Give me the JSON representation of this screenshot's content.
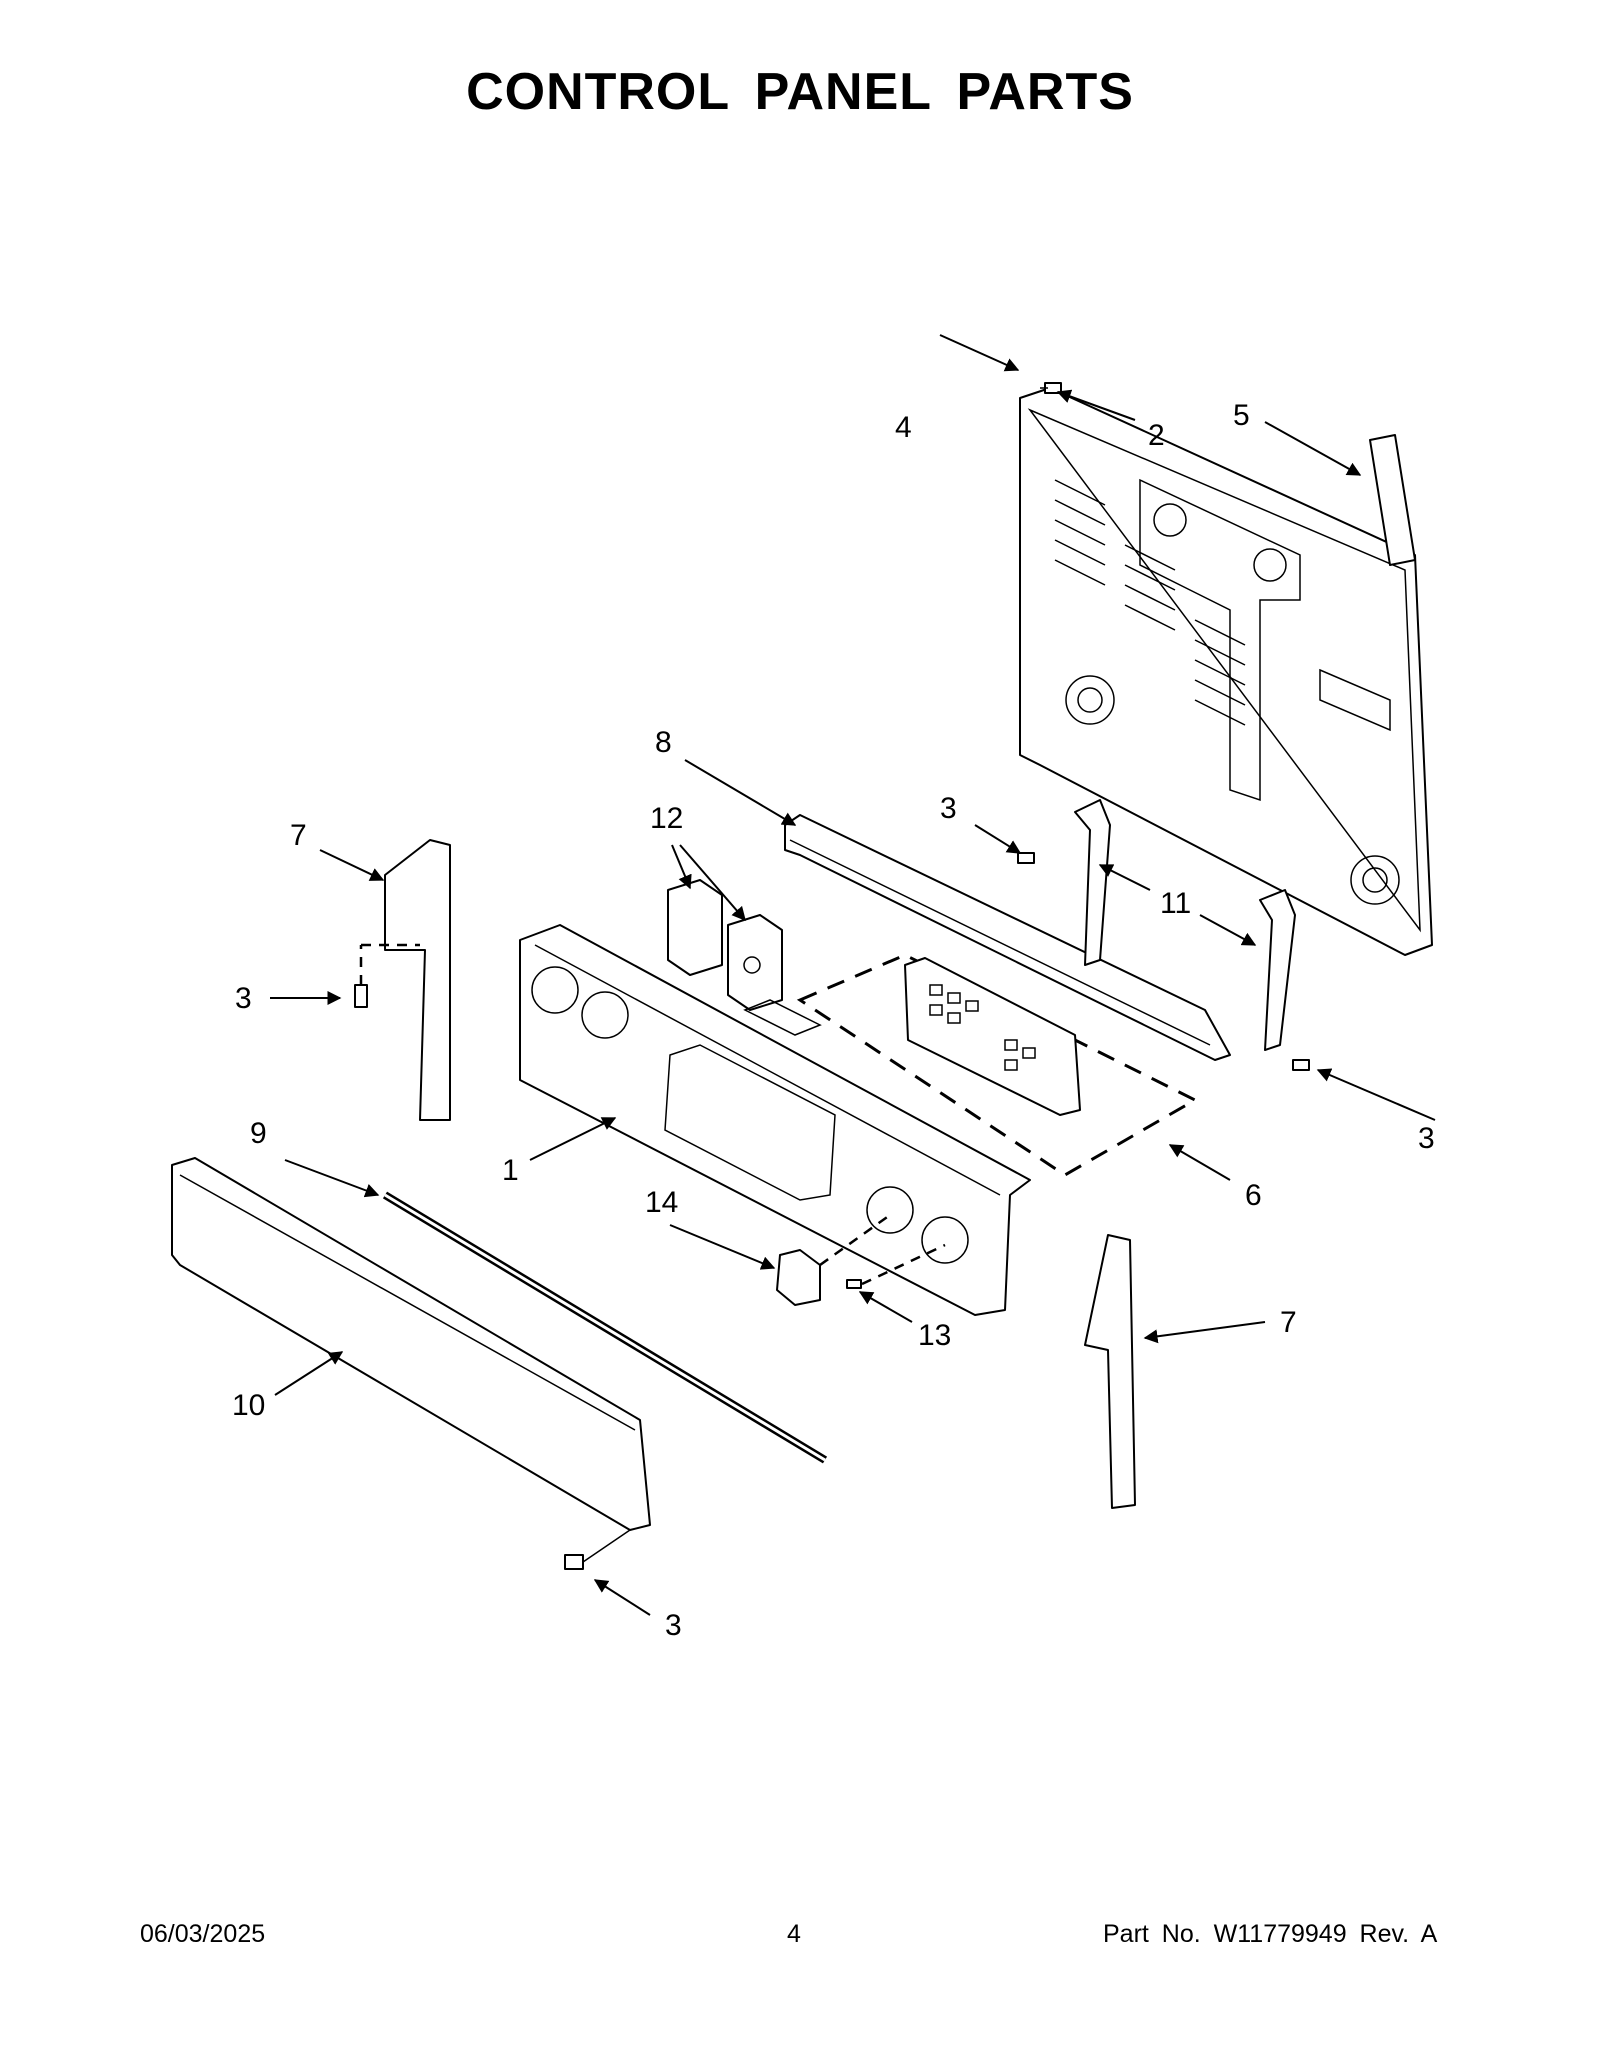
{
  "title": "CONTROL PANEL PARTS",
  "footer": {
    "date": "06/03/2025",
    "page": "4",
    "part_no": "Part No.  W11779949  Rev.  A"
  },
  "callouts": [
    {
      "id": "c1",
      "label": "1"
    },
    {
      "id": "c2",
      "label": "2"
    },
    {
      "id": "c3a",
      "label": "3"
    },
    {
      "id": "c3b",
      "label": "3"
    },
    {
      "id": "c3c",
      "label": "3"
    },
    {
      "id": "c3d",
      "label": "3"
    },
    {
      "id": "c4",
      "label": "4"
    },
    {
      "id": "c5",
      "label": "5"
    },
    {
      "id": "c6",
      "label": "6"
    },
    {
      "id": "c7a",
      "label": "7"
    },
    {
      "id": "c7b",
      "label": "7"
    },
    {
      "id": "c8",
      "label": "8"
    },
    {
      "id": "c9",
      "label": "9"
    },
    {
      "id": "c10",
      "label": "10"
    },
    {
      "id": "c11",
      "label": "11"
    },
    {
      "id": "c12",
      "label": "12"
    },
    {
      "id": "c13",
      "label": "13"
    },
    {
      "id": "c14",
      "label": "14"
    }
  ]
}
